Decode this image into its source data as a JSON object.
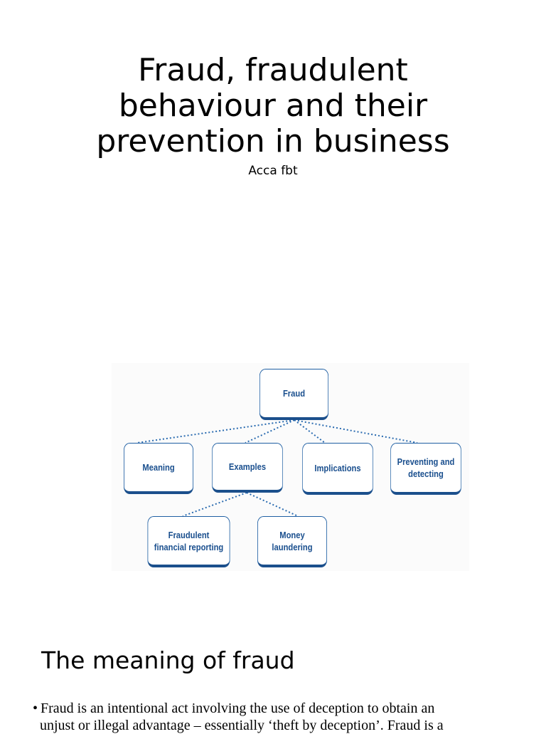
{
  "slide1": {
    "title_lines": [
      "Fraud, fraudulent",
      "behaviour and their",
      "prevention in business"
    ],
    "subtitle": "Acca fbt"
  },
  "diagram": {
    "root": "Fraud",
    "level1": [
      "Meaning",
      "Examples",
      "Implications",
      "Preventing and\ndetecting"
    ],
    "level2": [
      "Fraudulent\nfinancial reporting",
      "Money\nlaundering"
    ],
    "colors": {
      "border": "#1f5fa3",
      "text": "#1a4f8e",
      "connector": "#2a6bb0"
    }
  },
  "slide2": {
    "heading": "The meaning of fraud",
    "bullet_mark": "•",
    "bullet_line1": "Fraud is an intentional act involving the use of deception to obtain an",
    "bullet_line2": "unjust or illegal advantage – essentially ‘theft by deception’. Fraud is a"
  }
}
